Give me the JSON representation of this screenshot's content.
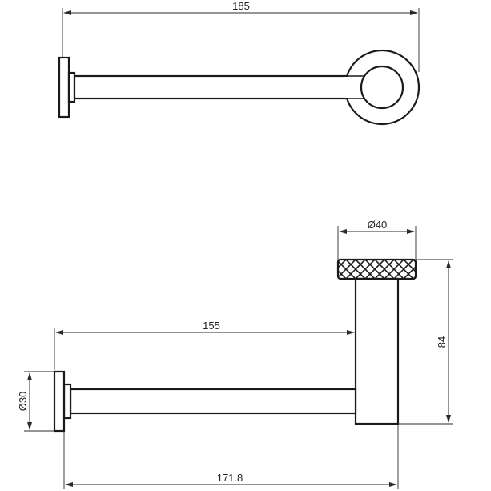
{
  "top_view": {
    "width_dim": "185"
  },
  "front_view": {
    "cap_diameter_dim": "Ø40",
    "arm_length_dim": "155",
    "height_dim": "84",
    "base_diameter_dim": "Ø30",
    "overall_length_dim": "171.8"
  }
}
